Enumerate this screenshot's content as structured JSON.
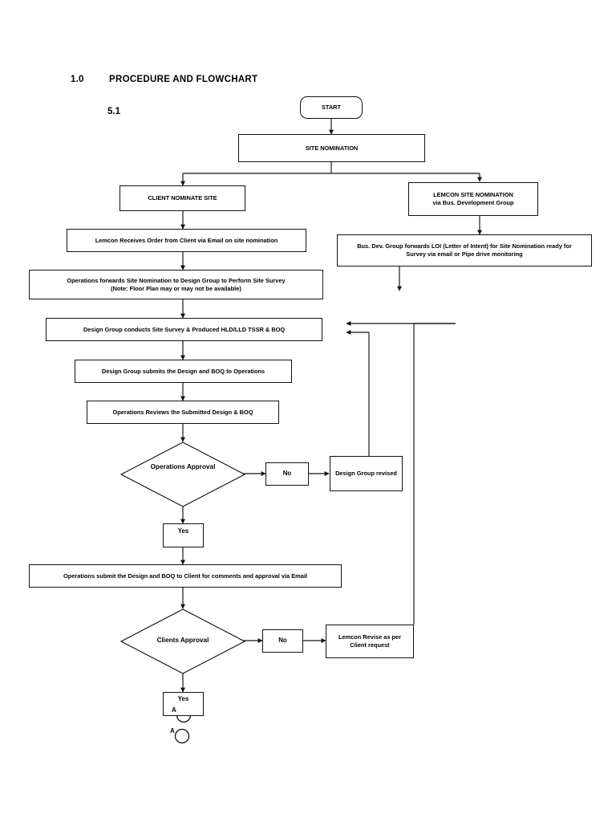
{
  "document": {
    "heading_number": "1.0",
    "heading_title": "PROCEDURE AND FLOWCHART",
    "section_number": "5.1"
  },
  "flowchart": {
    "nodes": {
      "start": {
        "label": "START",
        "shape": "terminator"
      },
      "site_nomination": {
        "label": "SITE NOMINATION",
        "shape": "process"
      },
      "client_nominate_site": {
        "label": "CLIENT NOMINATE SITE",
        "shape": "process"
      },
      "lemcon_site_nomination": {
        "line1": "LEMCON SITE NOMINATION",
        "line2": "via Bus. Development Group",
        "shape": "process"
      },
      "lemcon_receives_order": {
        "label": "Lemcon Receives Order from Client via Email on site nomination",
        "shape": "process"
      },
      "bus_dev_loi": {
        "line1": "Bus. Dev. Group forwards LOI (Letter of Intent) for Site Nomination ready for",
        "line2": "Survey via email or Pipe drive monitoring",
        "shape": "process"
      },
      "operations_forwards": {
        "line1": "Operations forwards Site Nomination to Design Group to Perform Site Survey",
        "line2": "(Note: Floor Plan may or may not be available)",
        "shape": "process"
      },
      "design_group_conducts": {
        "label": "Design Group conducts Site Survey & Produced HLD/LLD TSSR & BOQ",
        "shape": "process"
      },
      "design_group_submits": {
        "label": "Design Group submits the Design and BOQ to Operations",
        "shape": "process"
      },
      "operations_reviews": {
        "label": "Operations Reviews the Submitted Design & BOQ",
        "shape": "process"
      },
      "operations_approval": {
        "line1": "Operations",
        "line2": "Approval",
        "shape": "decision"
      },
      "operations_no": {
        "label": "No",
        "shape": "process"
      },
      "design_group_revised": {
        "label": "Design Group revised",
        "shape": "process"
      },
      "operations_yes": {
        "label": "Yes",
        "shape": "process"
      },
      "operations_submit_client": {
        "label": "Operations submit the Design and BOQ to Client for comments and approval via Email",
        "shape": "process"
      },
      "clients_approval": {
        "label": "Clients Approval",
        "shape": "decision"
      },
      "clients_no": {
        "label": "No",
        "shape": "process"
      },
      "lemcon_revise": {
        "line1": "Lemcon Revise as per",
        "line2": "Client request",
        "shape": "process"
      },
      "clients_yes": {
        "label": "Yes",
        "shape": "process"
      },
      "connector_a_top": {
        "label": "A",
        "shape": "connector"
      },
      "connector_a_bottom": {
        "label": "A",
        "shape": "connector"
      }
    },
    "colors": {
      "stroke": "#111111",
      "fill": "#ffffff",
      "text": "#000000"
    }
  }
}
